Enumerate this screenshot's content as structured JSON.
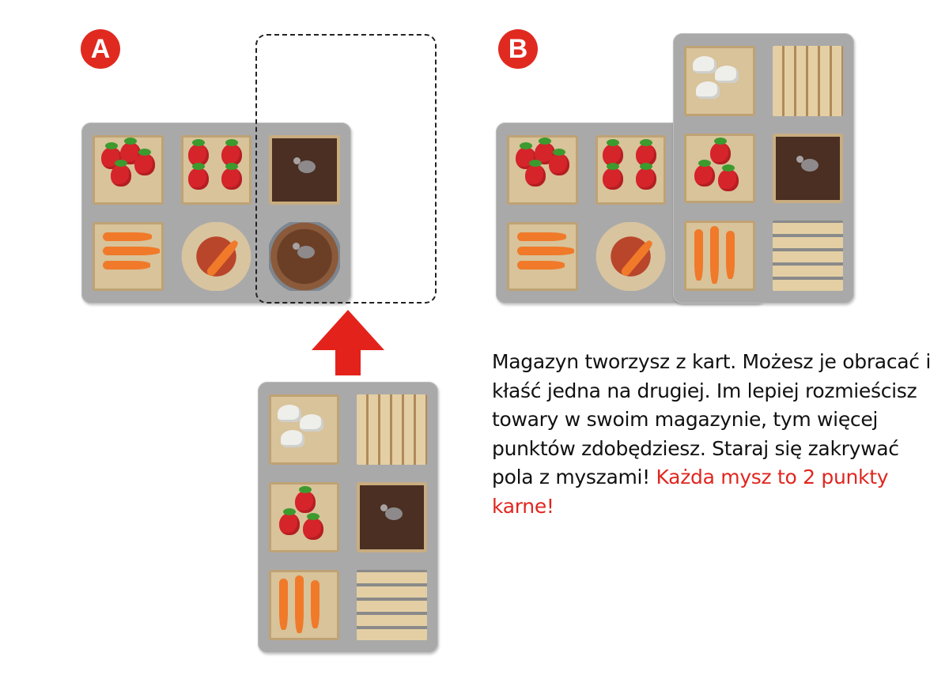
{
  "labels": {
    "a": "A",
    "b": "B"
  },
  "rules": {
    "text": "Magazyn tworzysz z kart. Możesz je obracać i kłaść jedna na drugiej. Im lepiej rozmieścisz towary w swoim magazynie, tym więcej punktów zdobędziesz. Staraj się zakrywać pola z myszami! ",
    "penalty": "Każda mysz to 2 punkty karne!"
  },
  "colors": {
    "accent": "#e02a20",
    "card": "#a9a9a9"
  }
}
